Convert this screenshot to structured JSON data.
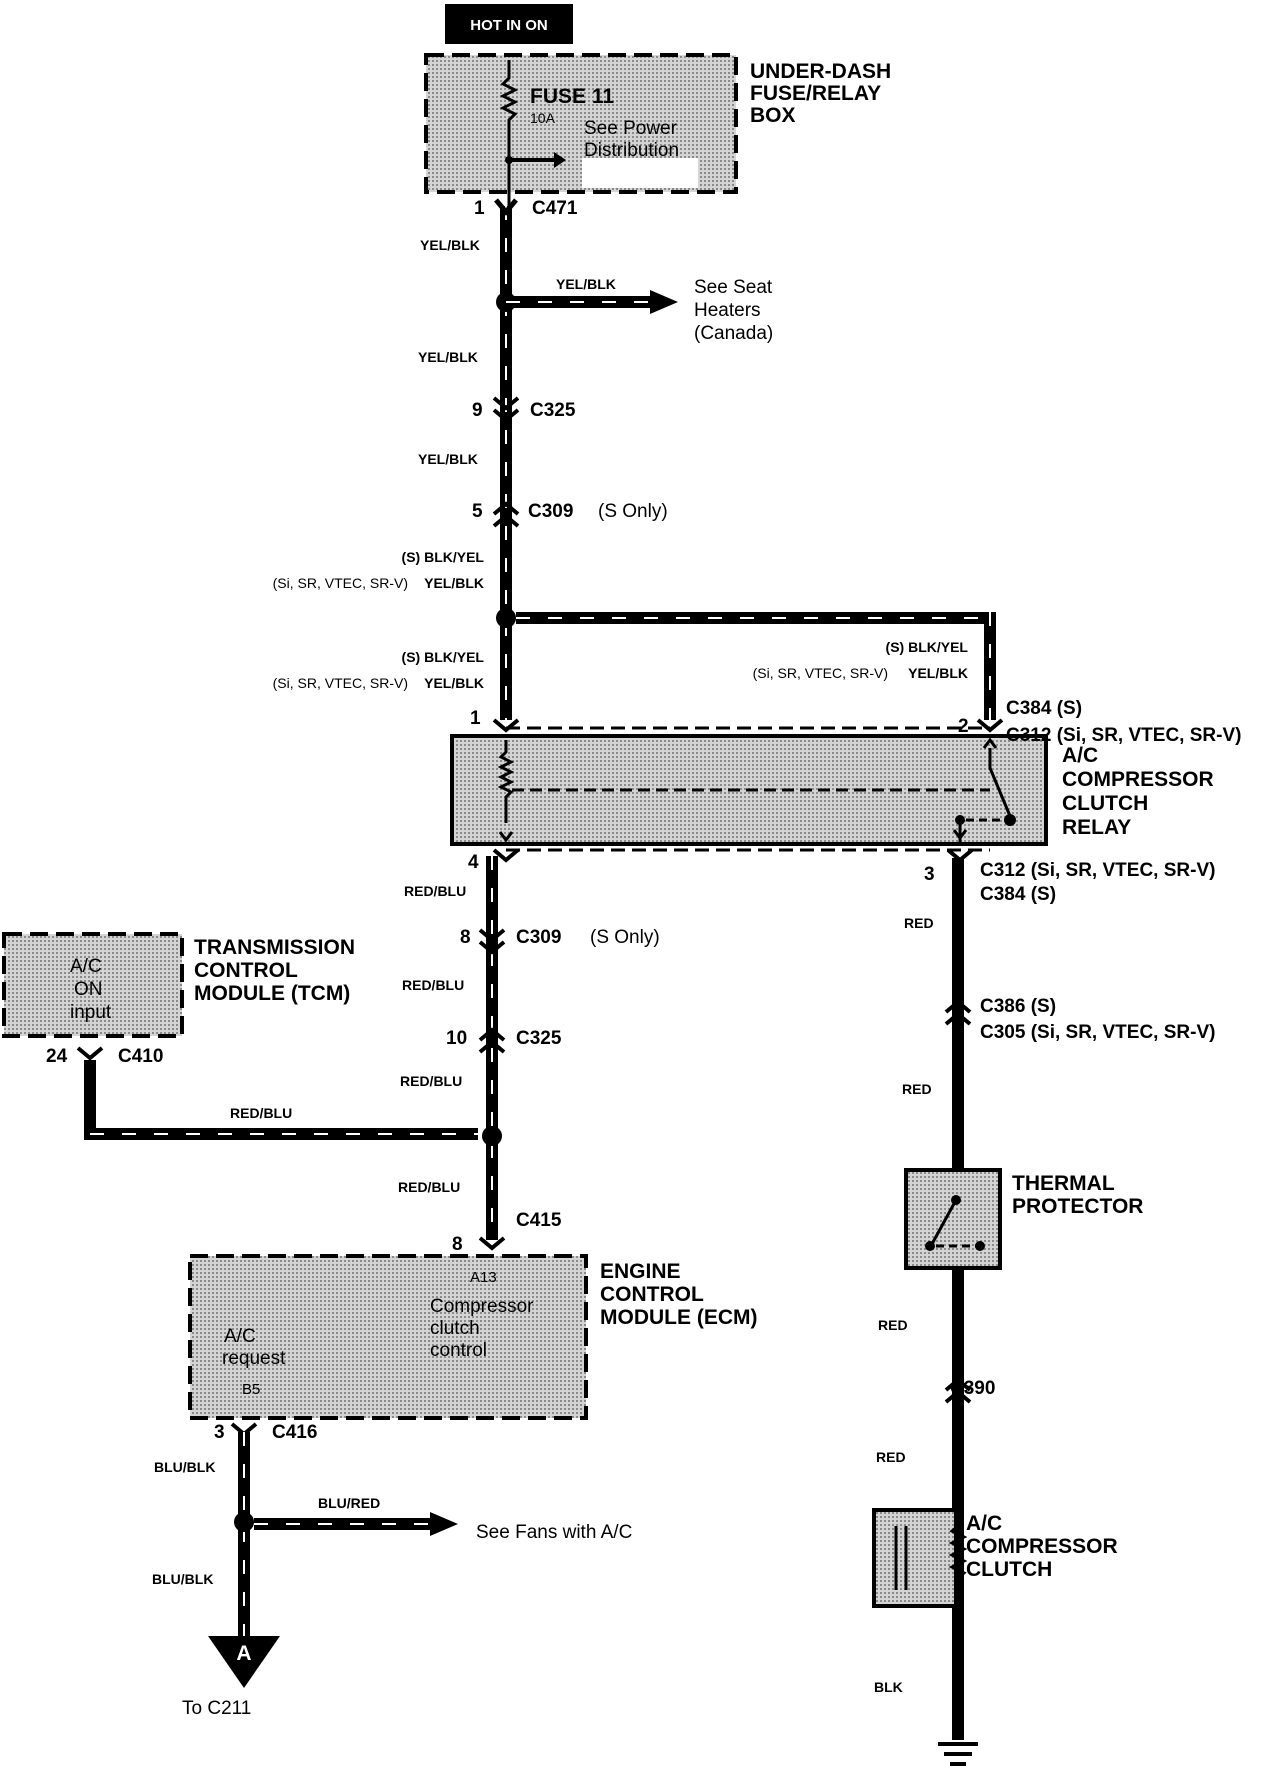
{
  "hot_label": "HOT IN ON",
  "fusebox": {
    "title_lines": [
      "UNDER-DASH",
      "FUSE/RELAY",
      "BOX"
    ],
    "fuse_name": "FUSE 11",
    "fuse_rating": "10A",
    "note_lines": [
      "See Power",
      "Distribution"
    ]
  },
  "connectors": {
    "c471": {
      "pin": "1",
      "name": "C471"
    },
    "c325a": {
      "pin": "9",
      "name": "C325"
    },
    "c309a": {
      "pin": "5",
      "name": "C309",
      "note": "(S Only)"
    },
    "relay_pin1": "1",
    "relay_pin2": "2",
    "relay_pin4": "4",
    "relay_pin3": "3",
    "c384_top": "C384 (S)",
    "c312_top": "C312 (Si, SR, VTEC, SR-V)",
    "c312_bot": "C312 (Si, SR, VTEC, SR-V)",
    "c384_bot": "C384 (S)",
    "c309b": {
      "pin": "8",
      "name": "C309",
      "note": "(S Only)"
    },
    "c325b": {
      "pin": "10",
      "name": "C325"
    },
    "c410": {
      "pin": "24",
      "name": "C410"
    },
    "c415": {
      "pin": "8",
      "name": "C415"
    },
    "c416": {
      "pin": "3",
      "name": "C416"
    },
    "c386": "C386 (S)",
    "c305": "C305 (Si, SR, VTEC, SR-V)",
    "c390": "C390"
  },
  "wires": {
    "yelblk": "YEL/BLK",
    "s_blkyel": "(S)  BLK/YEL",
    "si_yelblk_label": "(Si, SR, VTEC, SR-V)",
    "redblu": "RED/BLU",
    "red": "RED",
    "blublk": "BLU/BLK",
    "blured": "BLU/RED",
    "blk": "BLK"
  },
  "refs": {
    "seat_heaters": [
      "See Seat",
      "Heaters",
      "(Canada)"
    ],
    "fans": "See Fans with A/C",
    "ground_ref_letter": "A",
    "ground_ref_to": "To C211"
  },
  "relay": {
    "title_lines": [
      "A/C",
      "COMPRESSOR",
      "CLUTCH",
      "RELAY"
    ]
  },
  "tcm": {
    "title_lines": [
      "TRANSMISSION",
      "CONTROL",
      "MODULE (TCM)"
    ],
    "inner_lines": [
      "A/C",
      "ON",
      "input"
    ]
  },
  "ecm": {
    "title_lines": [
      "ENGINE",
      "CONTROL",
      "MODULE (ECM)"
    ],
    "pin_a": "A13",
    "pin_b": "B5",
    "left_lines": [
      "A/C",
      "request"
    ],
    "right_lines": [
      "Compressor",
      "clutch",
      "control"
    ]
  },
  "thermal": {
    "title_lines": [
      "THERMAL",
      "PROTECTOR"
    ]
  },
  "clutch": {
    "title_lines": [
      "A/C",
      "COMPRESSOR",
      "CLUTCH"
    ]
  }
}
